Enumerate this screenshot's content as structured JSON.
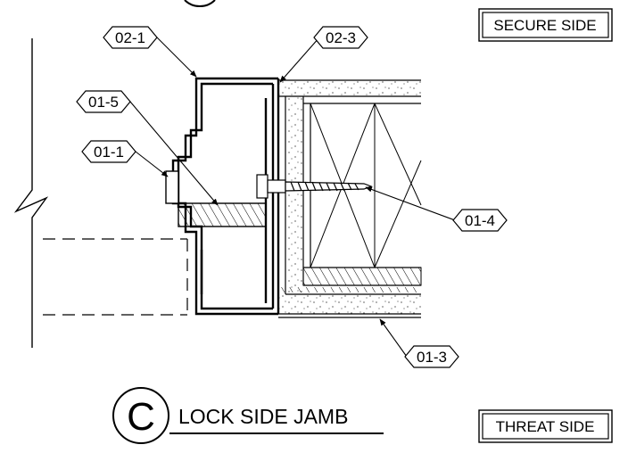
{
  "side_labels": {
    "secure": "SECURE SIDE",
    "threat": "THREAT SIDE"
  },
  "keynotes": [
    {
      "id": "02-1",
      "label": "02-1"
    },
    {
      "id": "02-3",
      "label": "02-3"
    },
    {
      "id": "01-5",
      "label": "01-5"
    },
    {
      "id": "01-1",
      "label": "01-1"
    },
    {
      "id": "01-4",
      "label": "01-4"
    },
    {
      "id": "01-3",
      "label": "01-3"
    }
  ],
  "detail": {
    "letter": "C",
    "title": "LOCK SIDE JAMB"
  }
}
